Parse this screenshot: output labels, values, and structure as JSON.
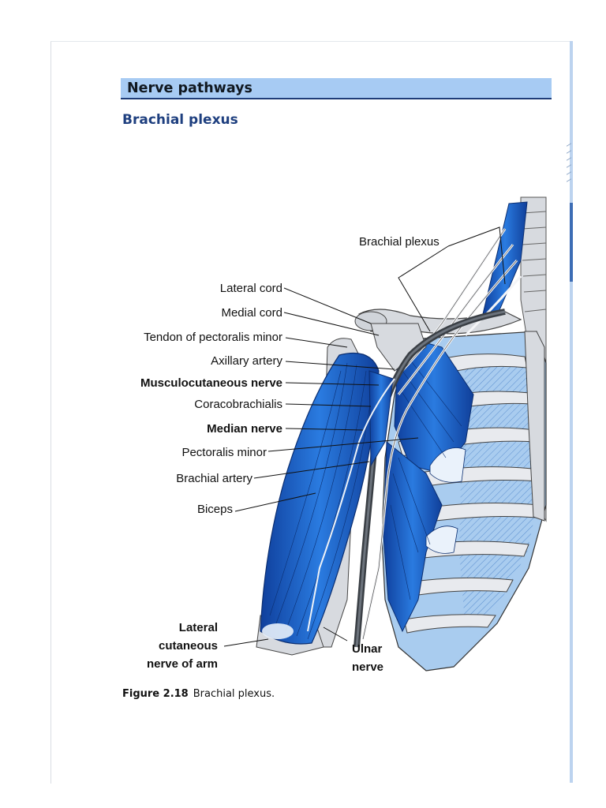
{
  "section": {
    "title": "Nerve pathways"
  },
  "subsection": {
    "title": "Brachial plexus"
  },
  "figure": {
    "labels": {
      "brachial_plexus": "Brachial plexus",
      "lateral_cord": "Lateral cord",
      "medial_cord": "Medial cord",
      "tendon_pectoralis_minor": "Tendon of pectoralis minor",
      "axillary_artery": "Axillary artery",
      "musculocutaneous_nerve": "Musculocutaneous nerve",
      "coracobrachialis": "Coracobrachialis",
      "median_nerve": "Median nerve",
      "pectoralis_minor": "Pectoralis minor",
      "brachial_artery": "Brachial artery",
      "biceps": "Biceps",
      "lateral_cutaneous_1": "Lateral",
      "lateral_cutaneous_2": "cutaneous",
      "lateral_cutaneous_3": "nerve of arm",
      "ulnar_1": "Ulnar",
      "ulnar_2": "nerve"
    },
    "colors": {
      "muscle": "#1f6fd6",
      "muscle_dark": "#0f3f9c",
      "rib_fill": "#a9ccef",
      "bone": "#d7dadf"
    }
  },
  "caption": {
    "number": "Figure 2.18",
    "text": "Brachial plexus."
  }
}
